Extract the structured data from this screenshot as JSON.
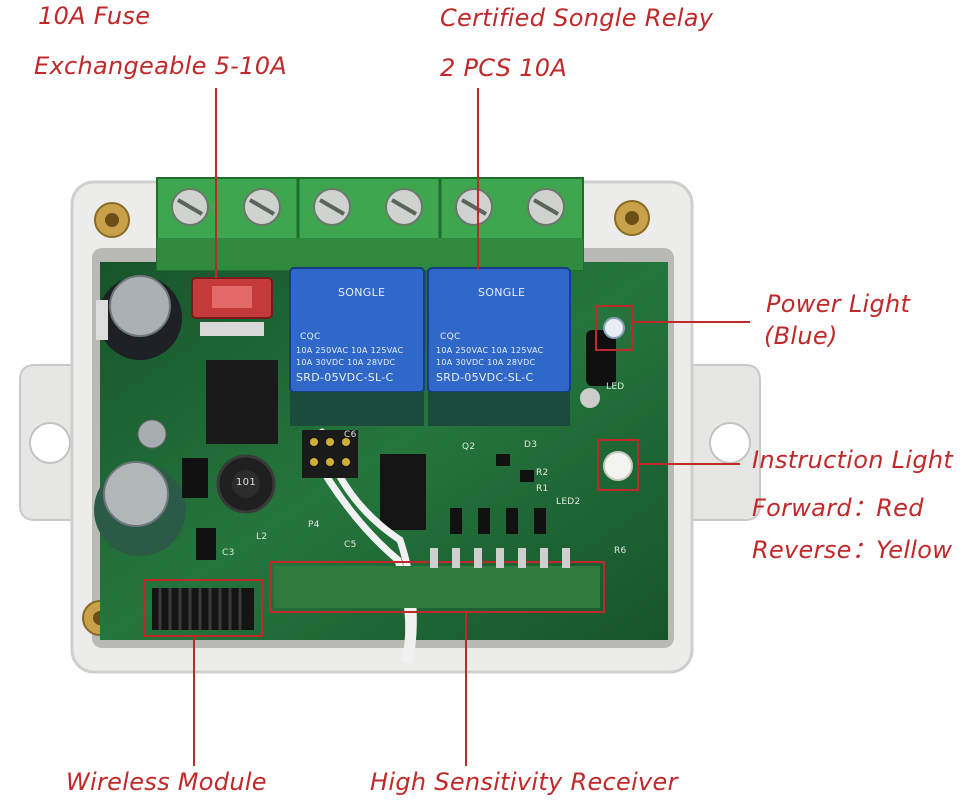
{
  "annotations": {
    "fuse": {
      "line1": "10A Fuse",
      "line2": "Exchangeable 5-10A"
    },
    "relay": {
      "line1": "Certified Songle Relay",
      "line2": "2 PCS 10A"
    },
    "power_light": {
      "line1": "Power Light",
      "line2": "(Blue)"
    },
    "instruction_light": {
      "line1": "Instruction Light",
      "line2": "Forward：Red",
      "line3": "Reverse：Yellow"
    },
    "wireless_module": "Wireless Module",
    "receiver": "High Sensitivity Receiver"
  },
  "relay_marking": {
    "brand": "SONGLE",
    "rating1": "10A 250VAC  10A 125VAC",
    "rating2": "10A  30VDC  10A  28VDC",
    "model": "SRD-05VDC-SL-C",
    "cert": "CQC"
  },
  "pcb_labels": {
    "inductor": "101",
    "led2": "LED2",
    "led0": "LED",
    "l2": "L2",
    "p4": "P4",
    "c5": "C5",
    "c3": "C3",
    "r6": "R6",
    "r2": "R2",
    "r1": "R1",
    "q2": "Q2",
    "d3": "D3",
    "c6": "C6"
  },
  "colors": {
    "annotation": "#c0282a",
    "pcb": "#1f6b36",
    "terminal": "#3da64e",
    "relay": "#2f68c8",
    "case": "#ececec",
    "fuse": "#c43a3a"
  }
}
